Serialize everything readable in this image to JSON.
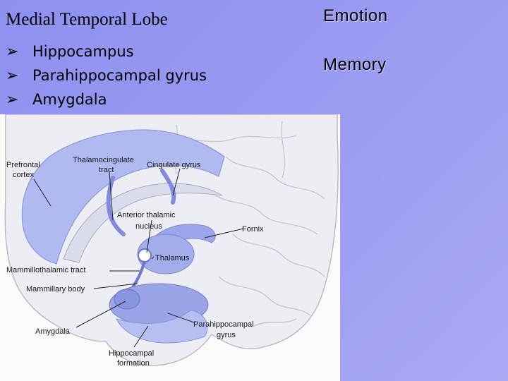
{
  "slide": {
    "title": "Medial Temporal Lobe",
    "bullets": [
      "Hippocampus",
      "Parahippocampal gyrus",
      "Amygdala"
    ],
    "bullet_glyph": "➢",
    "keywords": [
      "Emotion",
      "Memory"
    ]
  },
  "figure": {
    "labels": {
      "prefrontal_1": "Prefrontal",
      "prefrontal_2": "cortex",
      "thalamo_1": "Thalamocingulate",
      "thalamo_2": "tract",
      "cingulate": "Cingulate gyrus",
      "ant_thal_1": "Anterior thalamic",
      "ant_thal_2": "nucleus",
      "fornix": "Fornix",
      "thalamus": "Thalamus",
      "mammillothalamic": "Mammillothalamic tract",
      "mammillary": "Mammillary body",
      "amygdala": "Amygdala",
      "parahippo_1": "Parahippocampal",
      "parahippo_2": "gyrus",
      "hippo_1": "Hippocampal",
      "hippo_2": "formation"
    }
  },
  "colors": {
    "background": "#9a9af2",
    "limbic_blue": "#a9b4ef",
    "brain_white": "#eef0f5"
  }
}
